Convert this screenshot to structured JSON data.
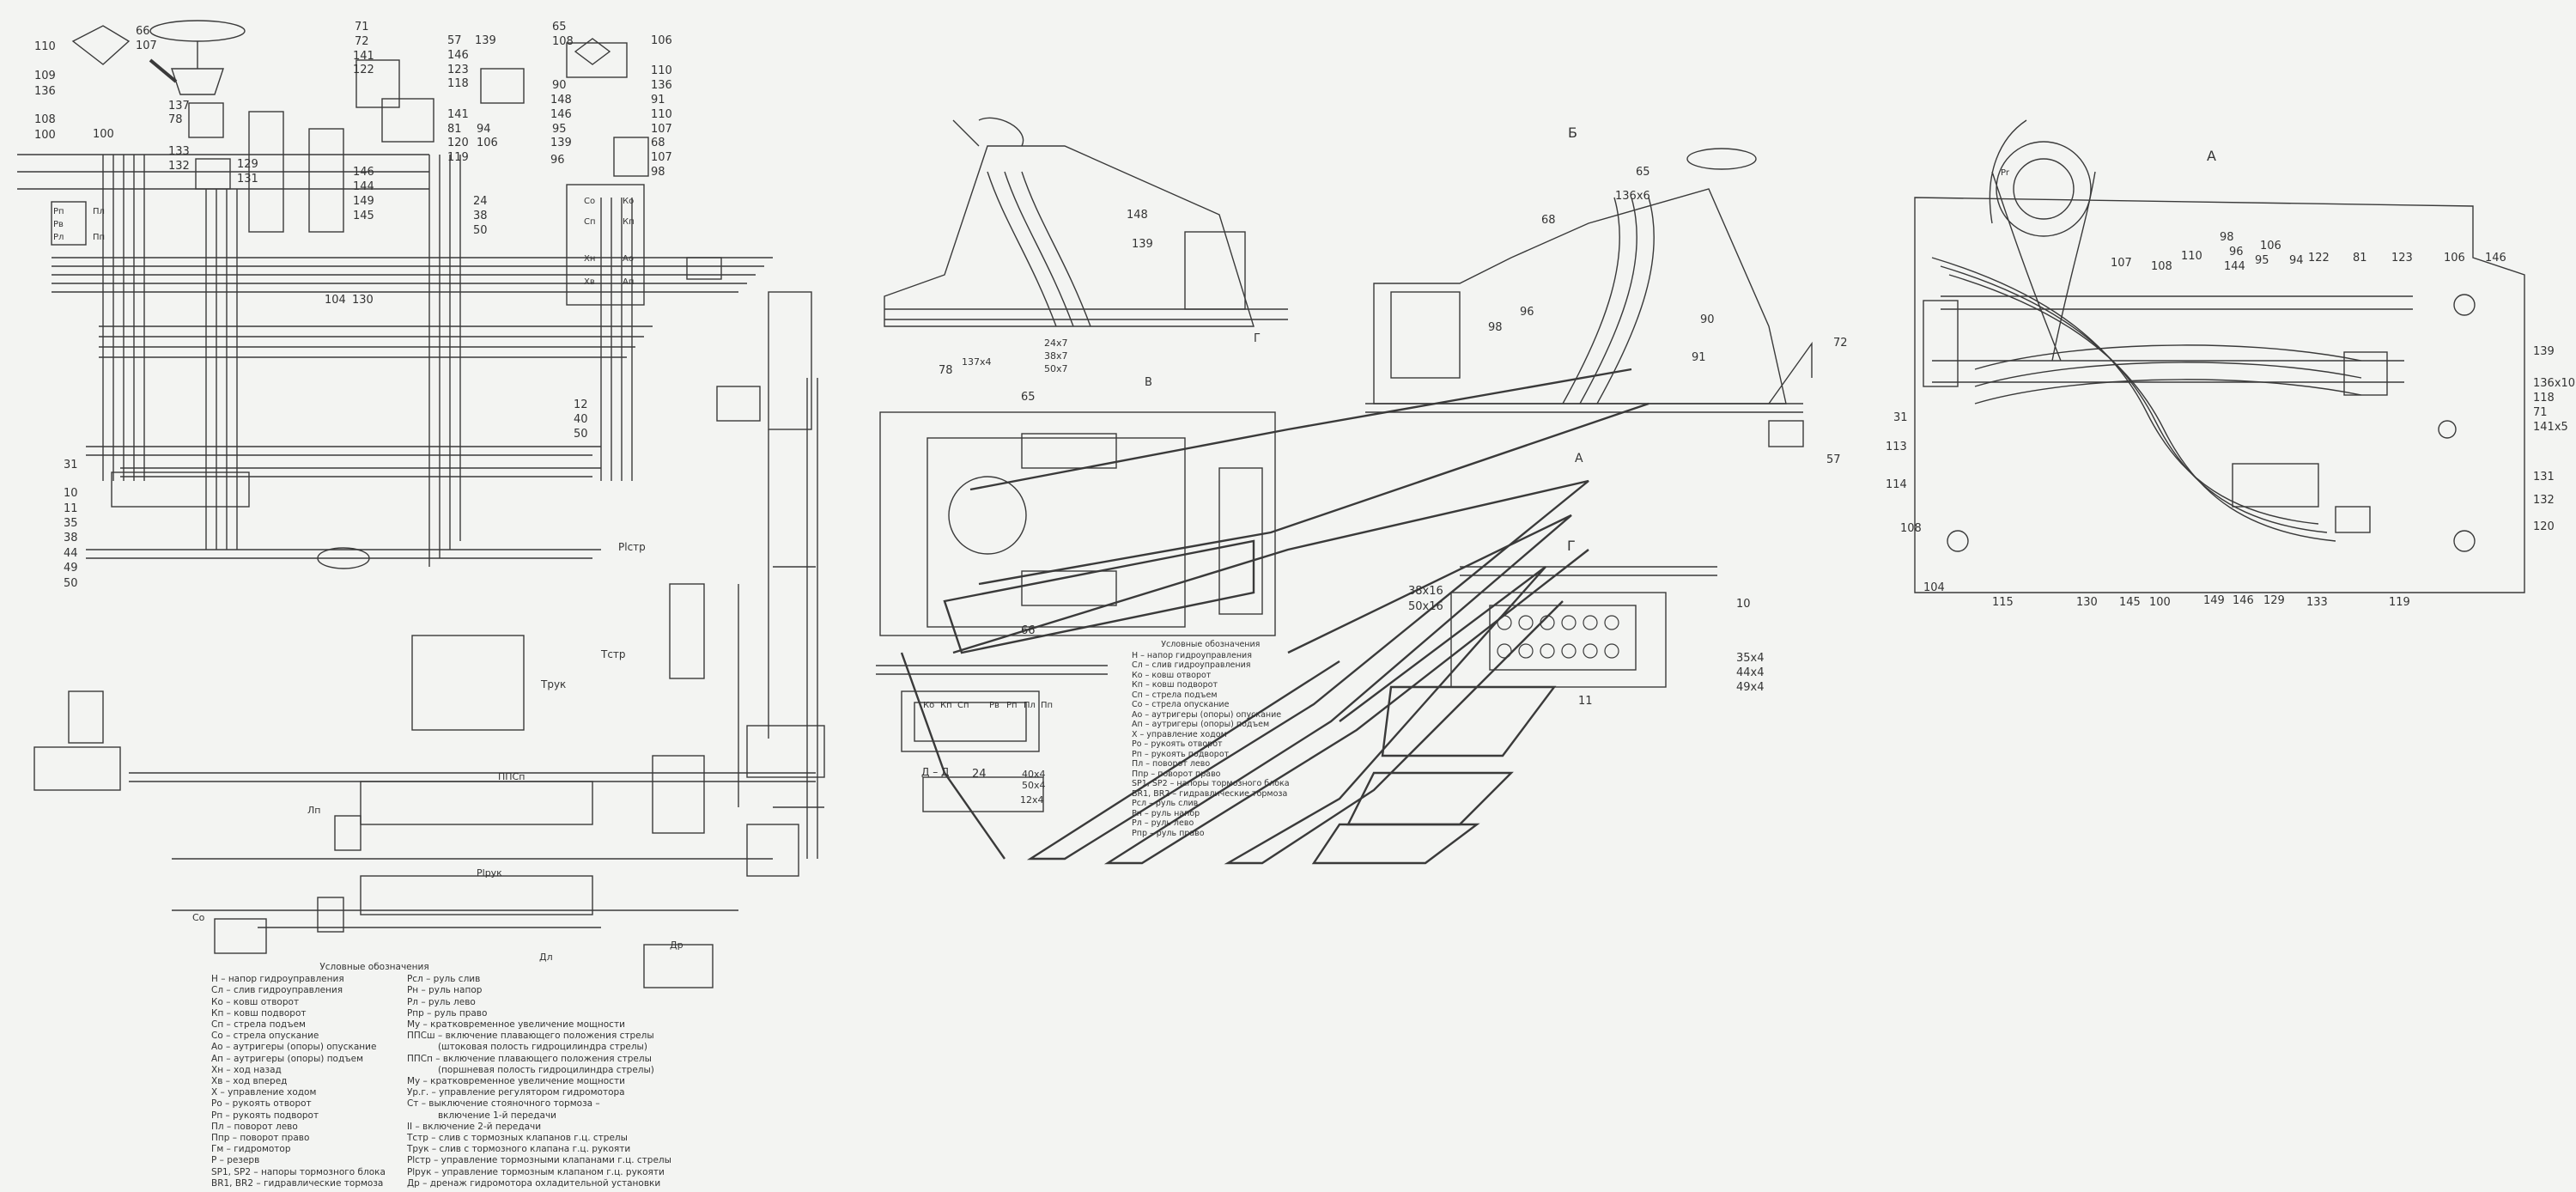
{
  "labels": {
    "schematic_left": [
      "110",
      "109",
      "136",
      "108",
      "100",
      "66",
      "107",
      "100",
      "137",
      "78",
      "133",
      "132",
      "129",
      "131",
      "71",
      "72",
      "141",
      "122",
      "57",
      "146",
      "123",
      "118",
      "139",
      "141",
      "81",
      "120",
      "119",
      "94",
      "106",
      "65",
      "108",
      "106",
      "110",
      "136",
      "91",
      "90",
      "148",
      "146",
      "95",
      "139",
      "96",
      "110",
      "107",
      "68",
      "107",
      "98",
      "146",
      "144",
      "149",
      "145",
      "24",
      "38",
      "50",
      "104",
      "130",
      "31",
      "10",
      "11",
      "35",
      "38",
      "44",
      "49",
      "50",
      "12",
      "40",
      "50"
    ],
    "port_labels": [
      "Рп",
      "Рв",
      "Рл",
      "Пл",
      "Пп",
      "Ко",
      "Кп",
      "Со",
      "Сп",
      "Ао",
      "Ап",
      "Хн",
      "Хв",
      "Рlстр",
      "Тстр",
      "Трук",
      "Со",
      "Дл",
      "Др",
      "Ко",
      "Кп",
      "Сп",
      "ППСп",
      "Рlрук",
      "Рв",
      "Рп",
      "Пл",
      "Пп",
      "Лп",
      "Pr"
    ],
    "view_b": [
      "148",
      "139",
      "78",
      "24x7",
      "38x7",
      "50x7",
      "137x4",
      "65",
      "68",
      "136x6",
      "96",
      "98",
      "90",
      "91",
      "72",
      "57"
    ],
    "view_a": [
      "107",
      "108",
      "110",
      "98",
      "96",
      "144",
      "106",
      "95",
      "94",
      "122",
      "81",
      "123",
      "106",
      "146",
      "139",
      "136x10",
      "118",
      "71",
      "141x5",
      "131",
      "132",
      "120",
      "119",
      "133",
      "129",
      "146",
      "149",
      "100",
      "145",
      "130",
      "115",
      "104",
      "108",
      "114",
      "113",
      "31"
    ],
    "view_g": [
      "38x16",
      "50x16",
      "10",
      "35x4",
      "44x4",
      "49x4",
      "11"
    ],
    "panels": [
      "65",
      "66",
      "24",
      "40x4",
      "50x4",
      "12x4"
    ]
  },
  "views": {
    "b_title": "Б",
    "a_title": "А",
    "g_title": "Г",
    "v_arrow": "В",
    "dd": "Д – Д",
    "a_arrow": "А",
    "g_arrow": "Г"
  },
  "legend_main": {
    "title": "Условные обозначения",
    "col1": [
      "Н – напор гидроуправления",
      "Сл – слив гидроуправления",
      "Ко – ковш отворот",
      "Кп – ковш подворот",
      "Сп – стрела подъем",
      "Со – стрела опускание",
      "Ао – аутригеры (опоры) опускание",
      "Ап – аутригеры (опоры) подъем",
      "Хн – ход назад",
      "Хв – ход вперед",
      "Х – управление ходом",
      "Ро – рукоять отворот",
      "Рп – рукоять подворот",
      "Пл – поворот лево",
      "Ппр – поворот право",
      "Гм – гидромотор",
      "Р – резерв",
      "SP1, SP2 – напоры тормозного блока",
      "BR1, BR2 – гидравлические тормоза"
    ],
    "col2": [
      "Рсл – руль слив",
      "Рн – руль напор",
      "Рл – руль лево",
      "Рпр – руль право",
      "Му – кратковременное увеличение мощности",
      "ППСш – включение плавающего положения стрелы",
      "(штоковая полость гидроцилиндра стрелы)",
      "ППСп – включение плавающего положения стрелы",
      "(поршневая полость гидроцилиндра стрелы)",
      "Му – кратковременное увеличение мощности",
      "Ур.г. – управление регулятором гидромотора",
      "Ст – выключение стояночного тормоза –",
      "включение 1-й передачи",
      "II – включение 2-й передачи",
      "Тстр – слив с тормозных клапанов г.ц. стрелы",
      "Трук – слив с тормозного клапана г.ц. рукояти",
      "Рlстр – управление тормозными клапанами г.ц. стрелы",
      "Рlрук – управление тормозным клапаном г.ц. рукояти",
      "Др – дренаж гидромотора охладительной установки"
    ]
  },
  "legend_small": {
    "title": "Условные обозначения",
    "rows": [
      "Н – напор гидроуправления",
      "Сл – слив гидроуправления",
      "Ко – ковш отворот",
      "Кп – ковш подворот",
      "Сп – стрела подъем",
      "Со – стрела опускание",
      "Ао – аутригеры (опоры) опускание",
      "Ап – аутригеры (опоры) подъем",
      "Х – управление ходом",
      "Ро – рукоять отворот",
      "Рп – рукоять подворот",
      "Пл – поворот лево",
      "Ппр – поворот право",
      "SP1, SP2 – напоры тормозного блока",
      "BR1, BR2 – гидравлические тормоза",
      "Рсл – руль слив",
      "Рн – руль напор",
      "Рл – руль лево",
      "Рпр – руль право"
    ]
  },
  "colors": {
    "line": "#3a3a3a",
    "paper": "#f3f4f2"
  }
}
